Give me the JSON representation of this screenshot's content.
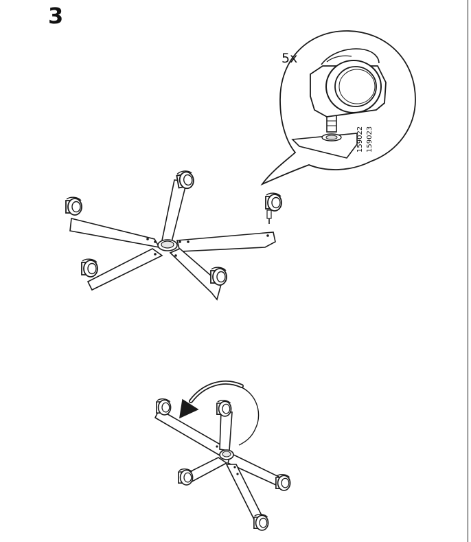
{
  "step": {
    "number": "3"
  },
  "detail": {
    "quantity": "5x",
    "part_codes": [
      "159022",
      "159023"
    ]
  },
  "colors": {
    "line": "#1a1a1a",
    "fill": "#ffffff",
    "shade": "#e6e6e6"
  },
  "icons": {
    "detail_callout": "magnifier-callout-icon",
    "rotate_arrow": "curved-arrow-icon",
    "caster": "caster-wheel-icon",
    "chair_base": "five-star-base-icon"
  }
}
